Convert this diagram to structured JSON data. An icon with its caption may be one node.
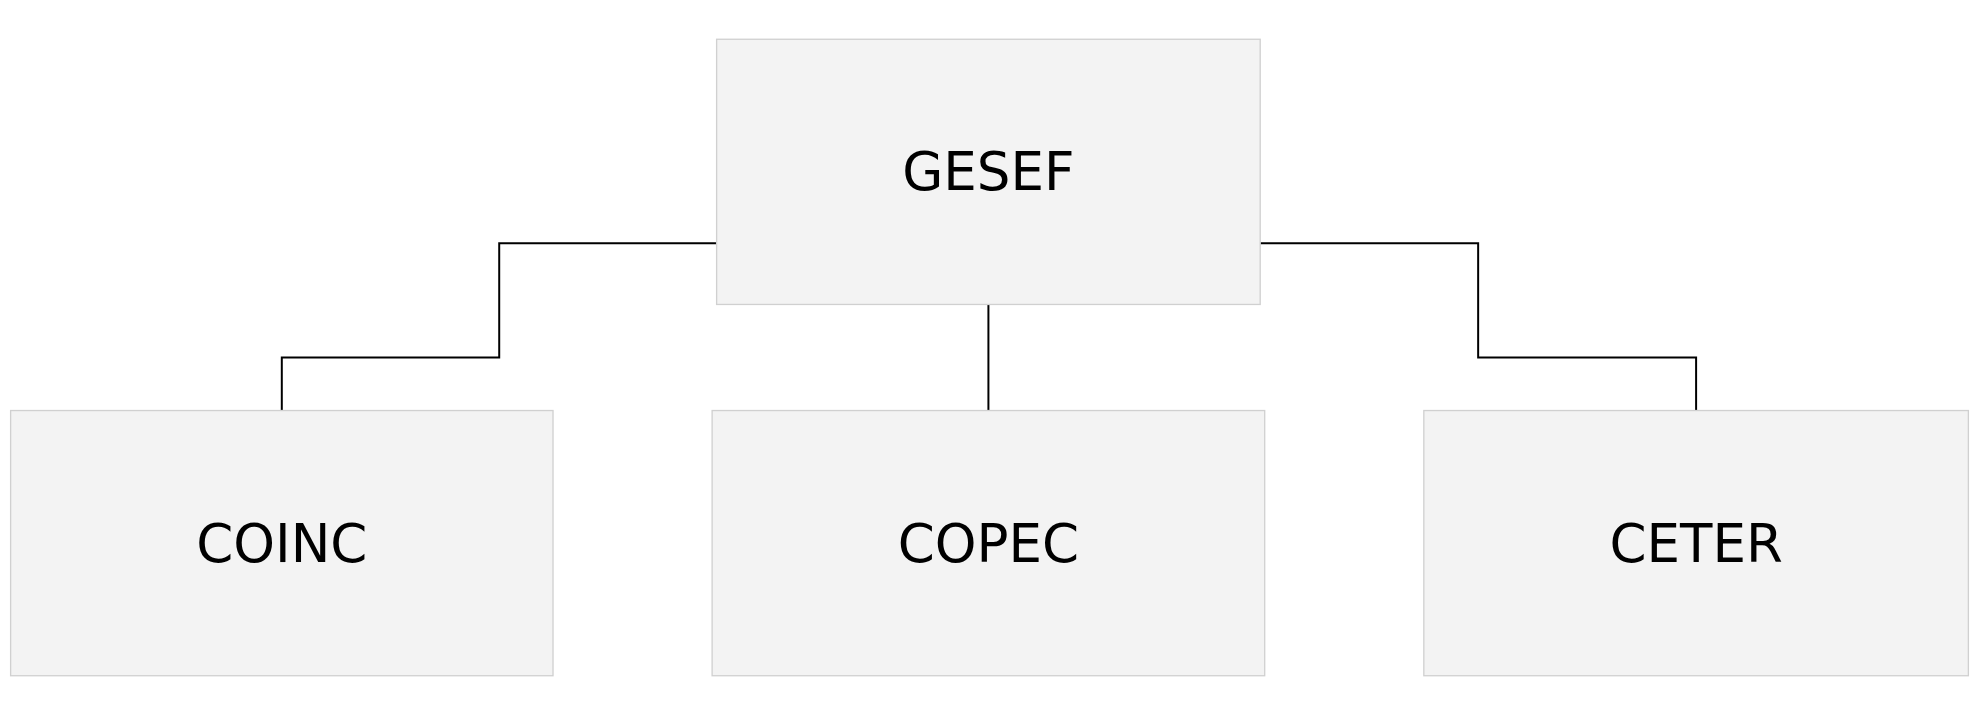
{
  "diagram": {
    "nodes": [
      {
        "text": [
          "GESEF"
        ]
      },
      {
        "text": [
          "COINC"
        ]
      },
      {
        "text": [
          "COPEC"
        ]
      },
      {
        "text": [
          "CETER"
        ]
      }
    ],
    "edges": [
      {
        "from": 0,
        "to": 1,
        "arrow": "none"
      },
      {
        "from": 0,
        "to": 2,
        "arrow": "none"
      },
      {
        "from": 0,
        "to": 3,
        "arrow": "none"
      }
    ]
  }
}
